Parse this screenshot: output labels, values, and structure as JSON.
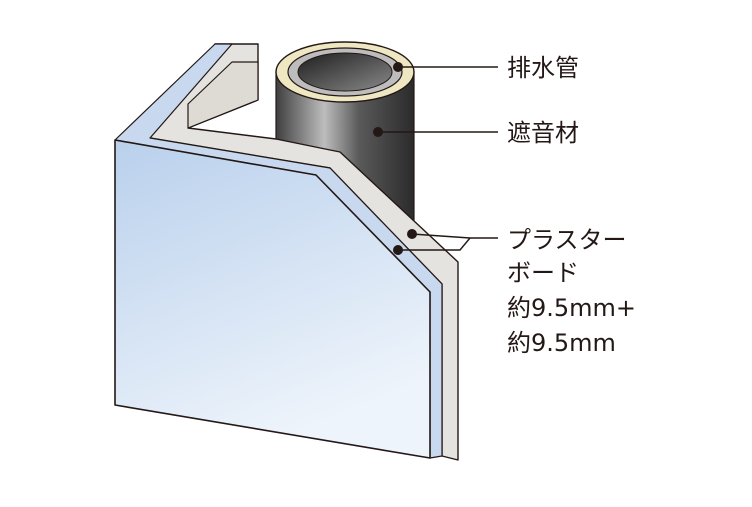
{
  "labels": {
    "drain_pipe": "排水管",
    "sound_insulation": "遮音材",
    "plasterboard_line1": "プラスター",
    "plasterboard_line2": "ボード",
    "thickness_line1": "約9.5mm+",
    "thickness_line2": "約9.5mm"
  },
  "colors": {
    "board_front_light": "#eef4fb",
    "board_front_dark": "#b9d0ec",
    "board_inner_layer": "#c8d9ef",
    "board_outer_layer": "#e5e3df",
    "board_inner_face": "#dddbd4",
    "pipe_dark": "#3f3f3f",
    "pipe_light": "#bdbdbd",
    "pipe_insulation": "#efe6c2",
    "leader_line": "#231815",
    "label_text": "#231815"
  }
}
